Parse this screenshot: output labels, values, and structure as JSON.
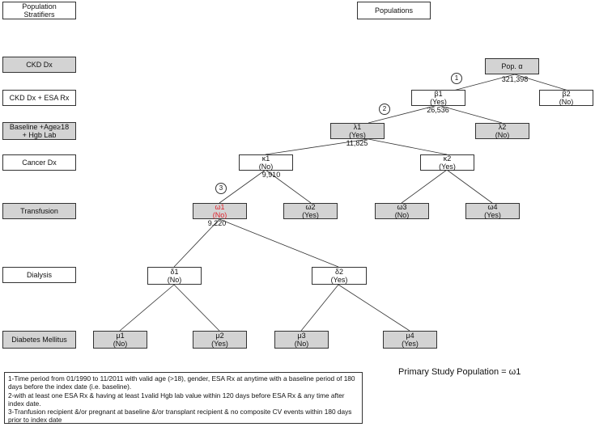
{
  "headers": {
    "stratifiers": "Population\nStratifiers",
    "populations": "Populations"
  },
  "stratifiers": [
    "CKD Dx",
    "CKD Dx + ESA Rx",
    "Baseline +Age≥18\n+ Hgb Lab",
    "Cancer Dx",
    "Transfusion",
    "Dialysis",
    "Diabetes Mellitus"
  ],
  "nodes": {
    "alpha": {
      "name": "Pop. α",
      "status": "",
      "count": "321,398"
    },
    "beta1": {
      "name": "β1",
      "status": "(Yes)",
      "count": "26,536"
    },
    "beta2": {
      "name": "β2",
      "status": "(No)",
      "count": ""
    },
    "lambda1": {
      "name": "λ1",
      "status": "(Yes)",
      "count": "11,825"
    },
    "lambda2": {
      "name": "λ2",
      "status": "(No)",
      "count": ""
    },
    "kappa1": {
      "name": "κ1",
      "status": "(No)",
      "count": "9,910"
    },
    "kappa2": {
      "name": "κ2",
      "status": "(Yes)",
      "count": ""
    },
    "omega1": {
      "name": "ω1",
      "status": "(No)",
      "count": "9,220"
    },
    "omega2": {
      "name": "ω2",
      "status": "(Yes)",
      "count": ""
    },
    "omega3": {
      "name": "ω3",
      "status": "(No)",
      "count": ""
    },
    "omega4": {
      "name": "ω4",
      "status": "(Yes)",
      "count": ""
    },
    "delta1": {
      "name": "δ1",
      "status": "(No)",
      "count": ""
    },
    "delta2": {
      "name": "δ2",
      "status": "(Yes)",
      "count": ""
    },
    "mu1": {
      "name": "μ1",
      "status": "(No)",
      "count": ""
    },
    "mu2": {
      "name": "μ2",
      "status": "(Yes)",
      "count": ""
    },
    "mu3": {
      "name": "μ3",
      "status": "(No)",
      "count": ""
    },
    "mu4": {
      "name": "μ4",
      "status": "(Yes)",
      "count": ""
    }
  },
  "steps": [
    "1",
    "2",
    "3"
  ],
  "footnotes": [
    "1-Time period from 01/1990 to 11/2011 with valid age (>18), gender, ESA Rx at anytime with a baseline period of 180 days before the index date (i.e. baseline).",
    "2-with at least one ESA Rx & having at least 1valid Hgb lab value within 120 days before ESA Rx & any time after index date.",
    "3-Tranfusion recipient &/or pregnant at baseline &/or transplant recipient & no composite CV events within 180 days prior to index date"
  ],
  "primary_population": "Primary Study Population = ω1",
  "colors": {
    "shaded": "#d3d3d3",
    "highlight": "#e0202a",
    "stroke": "#333333"
  }
}
